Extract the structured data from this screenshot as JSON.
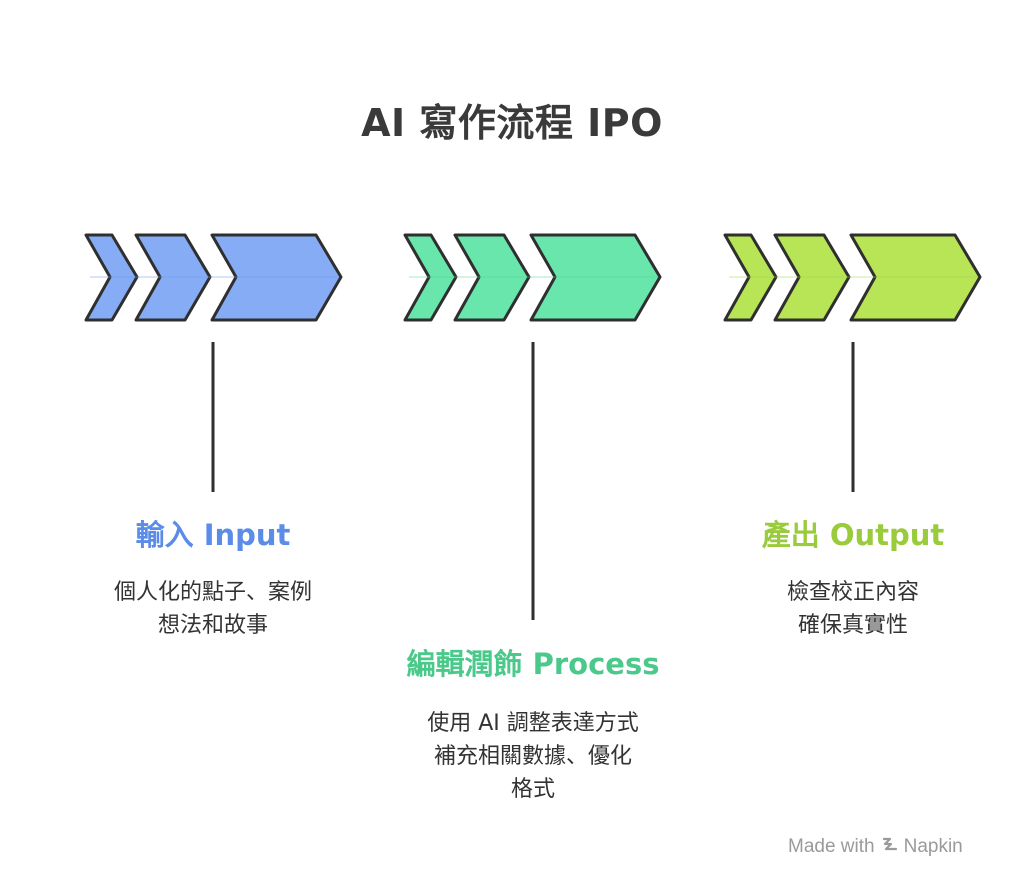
{
  "title": "AI 寫作流程 IPO",
  "stages": [
    {
      "title": "輸入 Input",
      "lines": [
        "個人化的點子、案例",
        "想法和故事"
      ],
      "color": "#6f9cf0",
      "fill": "#86acf6",
      "title_color": "#5a8ce8"
    },
    {
      "title": "編輯潤飾 Process",
      "lines": [
        "使用 AI 調整表達方式",
        "補充相關數據、優化",
        "格式"
      ],
      "color": "#55d597",
      "fill": "#69e6ac",
      "title_color": "#4ac98a"
    },
    {
      "title": "產出 Output",
      "lines": [
        "檢查校正內容",
        "確保真實性"
      ],
      "color": "#a6d64c",
      "fill": "#b8e556",
      "title_color": "#9acb3c"
    }
  ],
  "watermark": {
    "made_with": "Made with",
    "brand": "Napkin"
  }
}
